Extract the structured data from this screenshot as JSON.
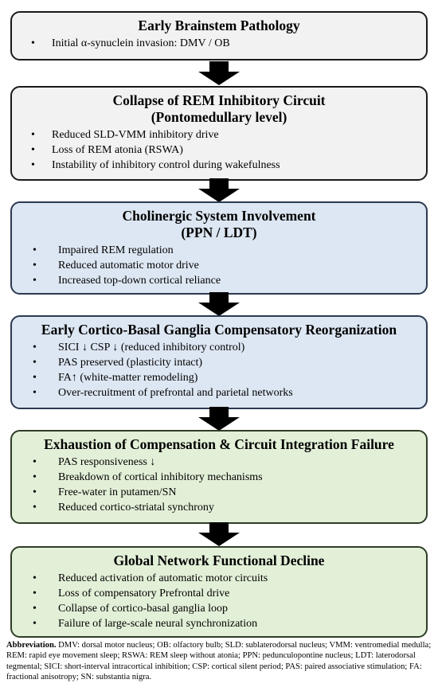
{
  "boxes": [
    {
      "title_lines": [
        "Early Brainstem Pathology"
      ],
      "items": [
        "Initial α-synuclein invasion: DMV / OB"
      ]
    },
    {
      "title_lines": [
        "Collapse of REM Inhibitory Circuit",
        "(Pontomedullary level)"
      ],
      "items": [
        "Reduced SLD-VMM inhibitory drive",
        "Loss of REM atonia (RSWA)",
        "Instability of inhibitory control during wakefulness"
      ]
    },
    {
      "title_lines": [
        "Cholinergic System Involvement",
        "(PPN / LDT)"
      ],
      "items": [
        "Impaired REM regulation",
        "Reduced automatic motor drive",
        "Increased top-down cortical reliance"
      ]
    },
    {
      "title_lines": [
        "Early Cortico-Basal Ganglia Compensatory Reorganization"
      ],
      "items": [
        "SICI ↓ CSP ↓ (reduced inhibitory control)",
        "PAS preserved (plasticity intact)",
        "FA↑ (white-matter remodeling)",
        "Over-recruitment of prefrontal and parietal networks"
      ]
    },
    {
      "title_lines": [
        "Exhaustion of Compensation & Circuit Integration Failure"
      ],
      "items": [
        "PAS responsiveness ↓",
        "Breakdown of cortical inhibitory mechanisms",
        "Free-water in putamen/SN",
        "Reduced cortico-striatal synchrony"
      ]
    },
    {
      "title_lines": [
        "Global Network Functional Decline"
      ],
      "items": [
        "Reduced activation of automatic motor circuits",
        "Loss of compensatory Prefrontal drive",
        "Collapse of cortico-basal ganglia loop",
        "Failure of large-scale neural synchronization"
      ]
    }
  ],
  "abbreviation": {
    "label": "Abbreviation.",
    "text": " DMV: dorsal motor nucleus; OB: olfactory bulb; SLD: sublaterodorsal nucleus; VMM: ventromedial medulla; REM: rapid eye movement sleep; RSWA: REM sleep without atonia; PPN: pedunculopontine nucleus; LDT: laterodorsal tegmental; SICI: short-interval intracortical inhibition; CSP: cortical silent period; PAS: paired associative stimulation; FA: fractional anisotropy; SN: substantia nigra."
  },
  "colors": {
    "gray_fill": "#f2f2f2",
    "blue_fill": "#dde7f3",
    "green_fill": "#e3f0d8",
    "arrow": "#000000"
  }
}
